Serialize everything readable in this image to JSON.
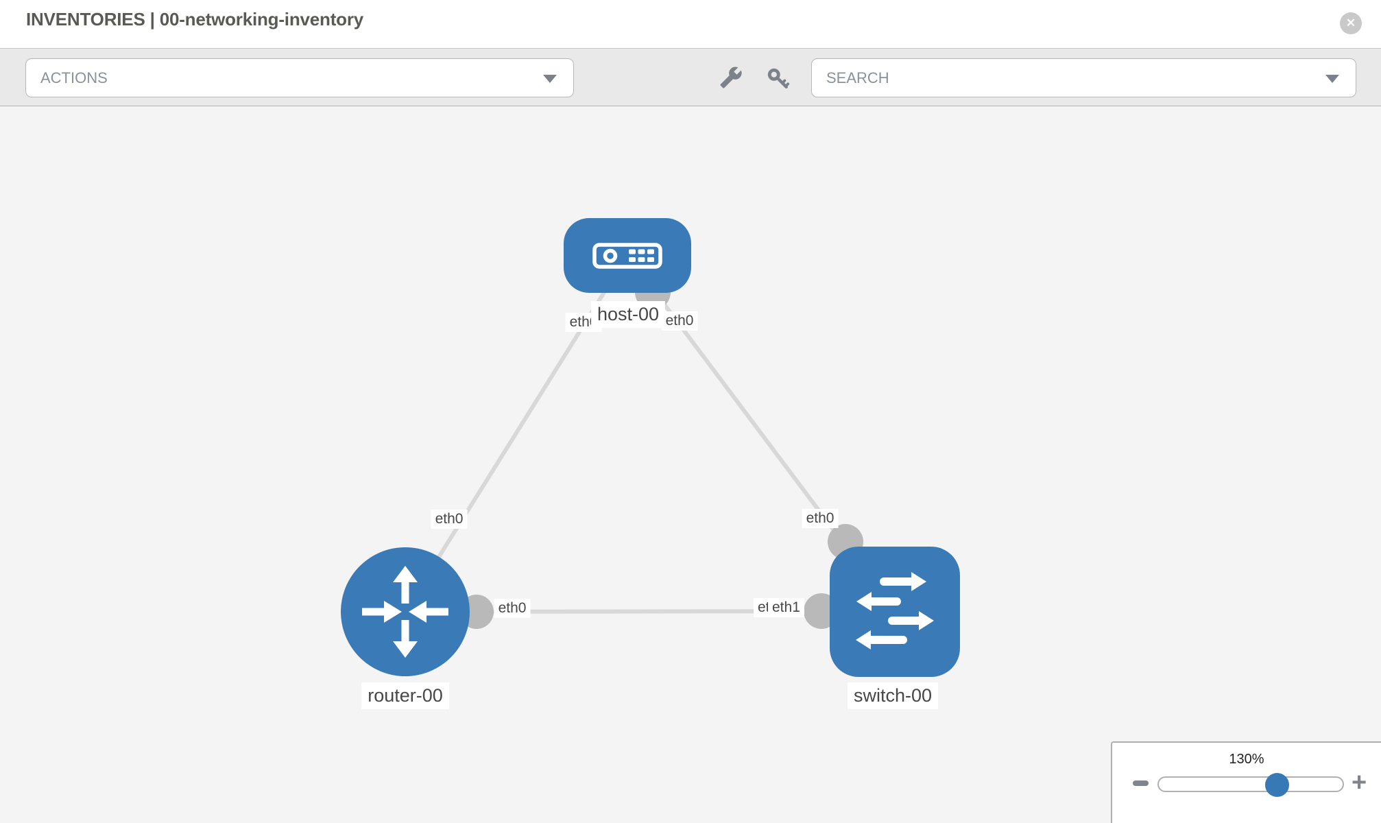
{
  "header": {
    "title": "INVENTORIES | 00-networking-inventory",
    "close_glyph": "✕"
  },
  "toolbar": {
    "actions_label": "ACTIONS",
    "search_placeholder": "SEARCH"
  },
  "topology": {
    "nodes": [
      {
        "id": "host-00",
        "type": "host",
        "label": "host-00"
      },
      {
        "id": "router-00",
        "type": "router",
        "label": "router-00"
      },
      {
        "id": "switch-00",
        "type": "switch",
        "label": "switch-00"
      }
    ],
    "links": [
      {
        "from": "host-00",
        "from_interface": "eth0",
        "to": "router-00",
        "to_interface": "eth0"
      },
      {
        "from": "host-00",
        "from_interface": "eth0",
        "to": "switch-00",
        "to_interface": "eth0"
      },
      {
        "from": "router-00",
        "from_interface": "eth0",
        "to": "switch-00",
        "to_interface": "eth1",
        "overlapped_interface_label": "eth0"
      }
    ],
    "interface_labels": {
      "host_to_router_at_host": "eth0",
      "host_to_router_at_router": "eth0",
      "host_to_switch_at_host": "eth0",
      "host_to_switch_at_switch": "eth0",
      "router_to_switch_at_router": "eth0",
      "router_to_switch_at_switch_back": "eth0",
      "router_to_switch_at_switch_front": "eth1"
    }
  },
  "zoom_control": {
    "value": "130%",
    "minus_glyph": "−",
    "plus_glyph": "+"
  },
  "colors": {
    "node_fill": "#3a7bb7",
    "link": "#d8d8d8",
    "endpoint": "#b9b9b9",
    "canvas_bg": "#f4f4f4",
    "toolbar_bg": "#e9e9e9",
    "header_bg": "#ffffff",
    "slider_handle": "#3779b5"
  }
}
